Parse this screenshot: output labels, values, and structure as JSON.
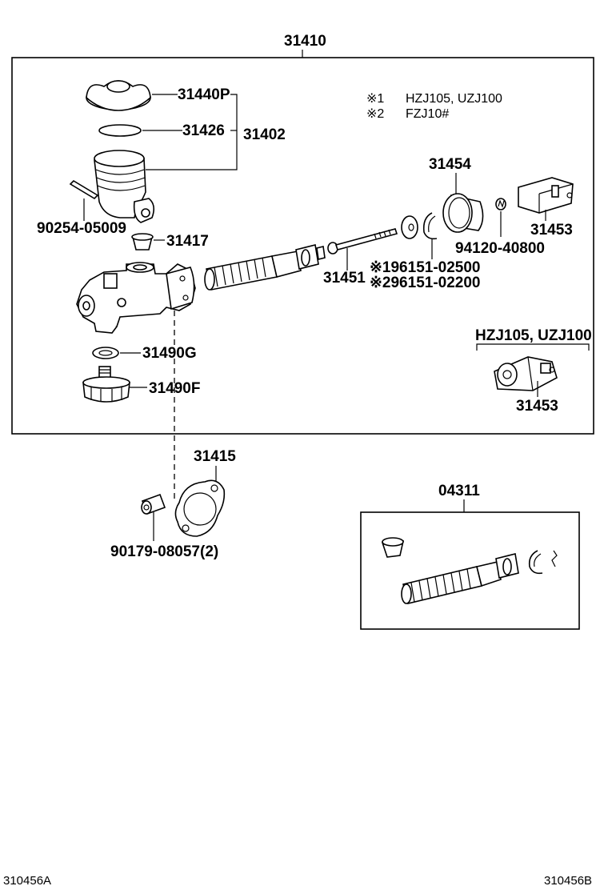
{
  "assembly": {
    "main_part_no": "31410",
    "kit_part_no": "04311"
  },
  "labels": {
    "cap": "31440P",
    "gasket": "31426",
    "reservoir_set": "31402",
    "pin": "90254-05009",
    "grommet": "31417",
    "piston_kit": "31454",
    "push_rod": "31451",
    "clip": "94120-40800",
    "connector": "31453",
    "snap_ring_1": "※196151-02500",
    "snap_ring_2": "※296151-02200",
    "gasket_ring": "31490G",
    "plug": "31490F",
    "flange_gasket": "31415",
    "nut": "90179-08057(2)",
    "connector_2": "31453"
  },
  "notes": {
    "note1_mark": "※1",
    "note1_text": "HZJ105, UZJ100",
    "note2_mark": "※2",
    "note2_text": "FZJ10#",
    "variant_bracket": "HZJ105, UZJ100"
  },
  "footer": {
    "left_code": "310456A",
    "right_code": "310456B"
  }
}
